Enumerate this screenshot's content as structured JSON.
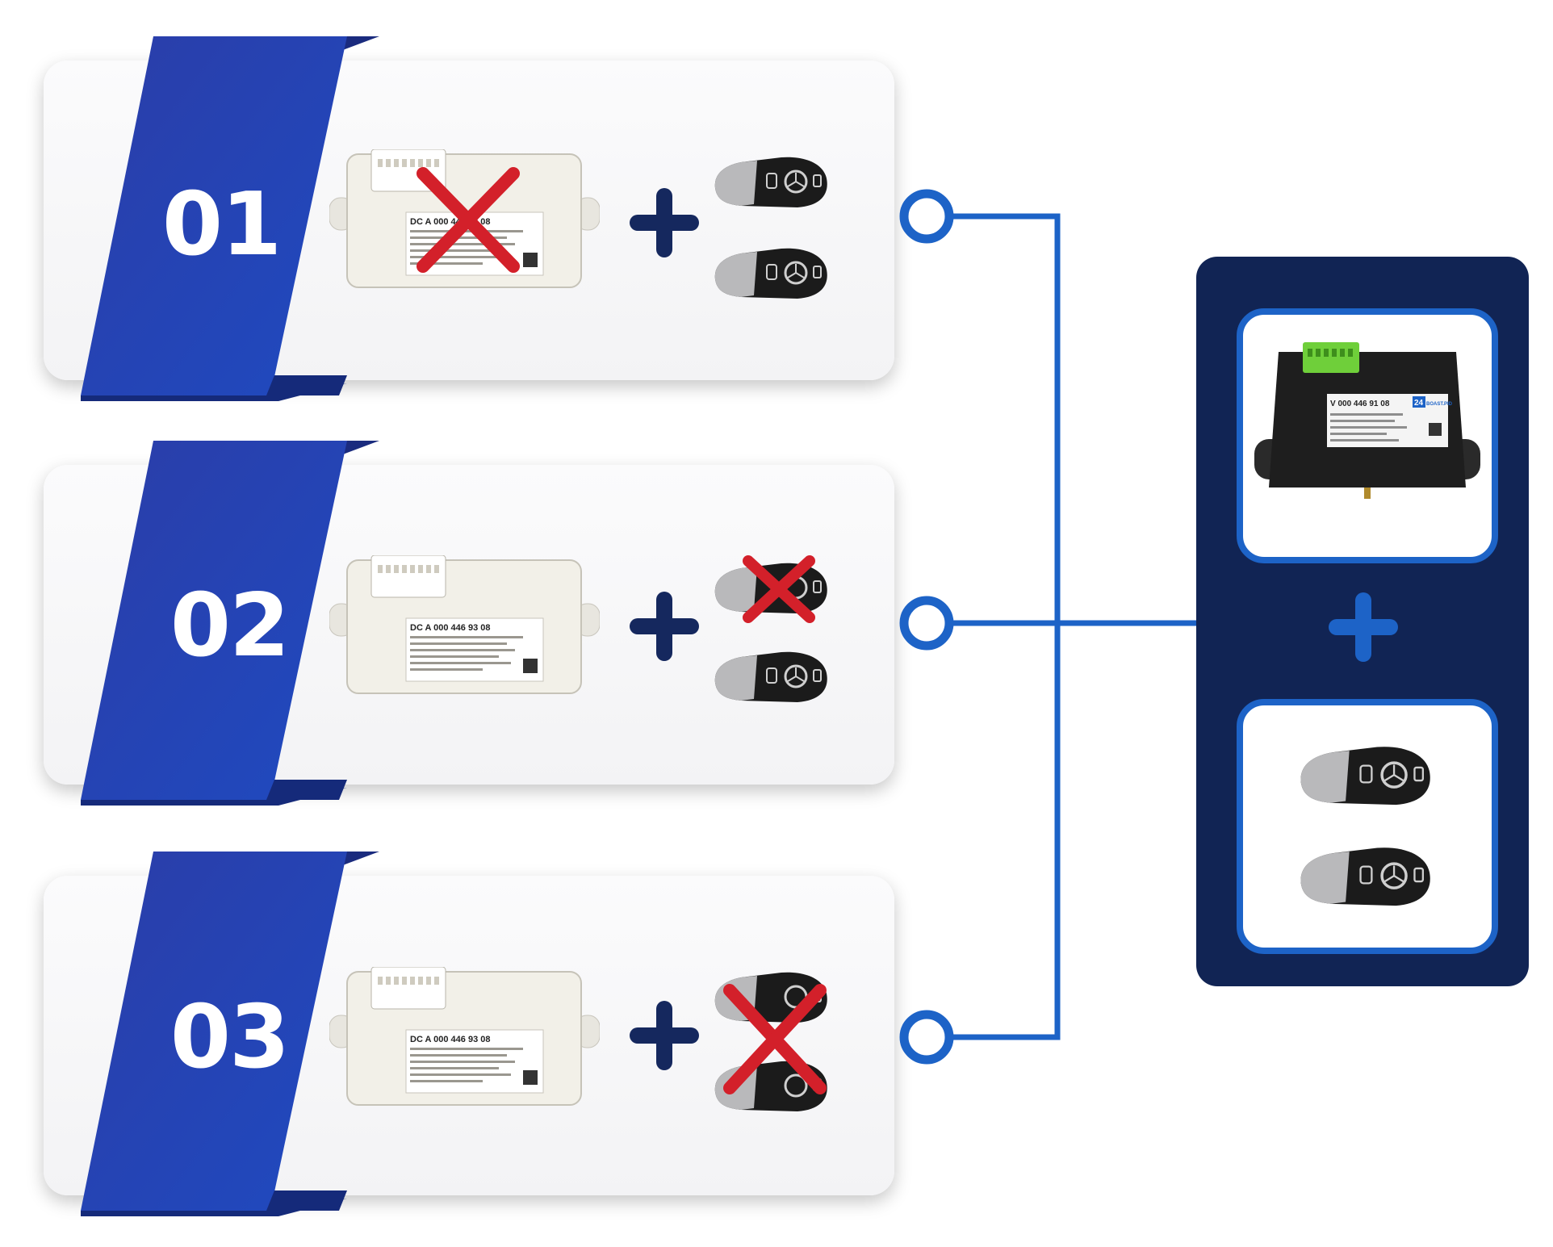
{
  "options": [
    {
      "number": "01",
      "module_label": "DC A 000 446 93 08",
      "module_crossed": true,
      "key1_crossed": false,
      "key2_crossed": false
    },
    {
      "number": "02",
      "module_label": "DC A 000 446 93 08",
      "module_crossed": false,
      "key1_crossed": true,
      "key2_crossed": false
    },
    {
      "number": "03",
      "module_label": "DC A 000 446 93 08",
      "module_crossed": false,
      "key1_crossed": false,
      "key2_crossed": true
    }
  ],
  "replacement_module": {
    "label": "V 000 446 91 08",
    "brand": "24",
    "brand_text": "BOAST.PID"
  },
  "colors": {
    "ribbon_blue": "#1e3fb4",
    "ribbon_dark": "#152a7a",
    "line_blue": "#1d63c7",
    "navy": "#112454",
    "cross_red": "#d3202a",
    "plus_navy": "#15285e"
  }
}
